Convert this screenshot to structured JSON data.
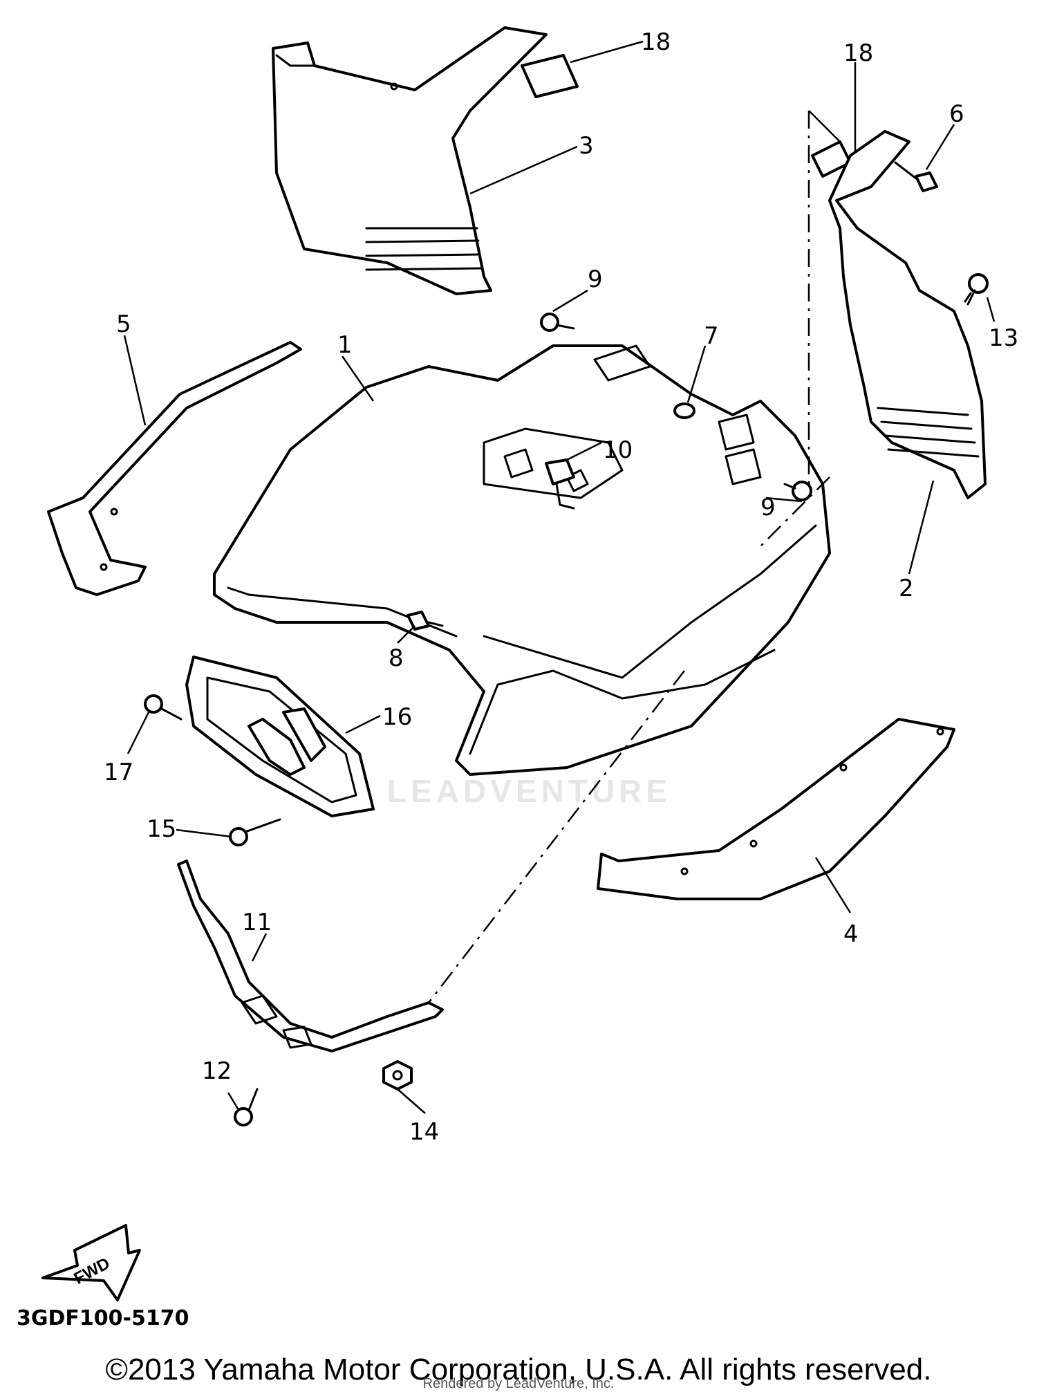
{
  "diagram": {
    "callouts": [
      "1",
      "2",
      "3",
      "4",
      "5",
      "6",
      "7",
      "8",
      "9",
      "9",
      "10",
      "11",
      "12",
      "13",
      "14",
      "15",
      "16",
      "17",
      "18",
      "18"
    ],
    "direction_label": "FWD",
    "diagram_code": "3GDF100-5170",
    "watermark": "LEADVENTURE"
  },
  "footer": {
    "copyright": "©2013 Yamaha Motor Corporation, U.S.A. All rights reserved.",
    "rendered_by": "Rendered by LeadVenture, Inc."
  }
}
